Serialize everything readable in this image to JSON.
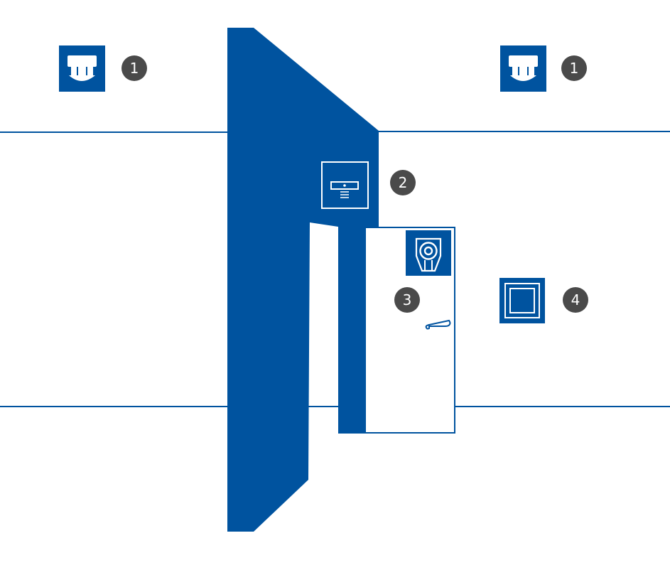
{
  "colors": {
    "primary_blue": "#00539f",
    "badge_gray": "#4a4a4a",
    "background": "#ffffff",
    "white": "#ffffff"
  },
  "icons": {
    "smoke_detector": "smoke-detector-icon",
    "door_sensor": "door-sensor-icon",
    "door_lock": "door-lock-icon",
    "square_device": "square-device-icon"
  },
  "badges": {
    "smoke_detector_left": "1",
    "smoke_detector_right": "1",
    "door_sensor": "2",
    "door_lock": "3",
    "square_device": "4"
  }
}
